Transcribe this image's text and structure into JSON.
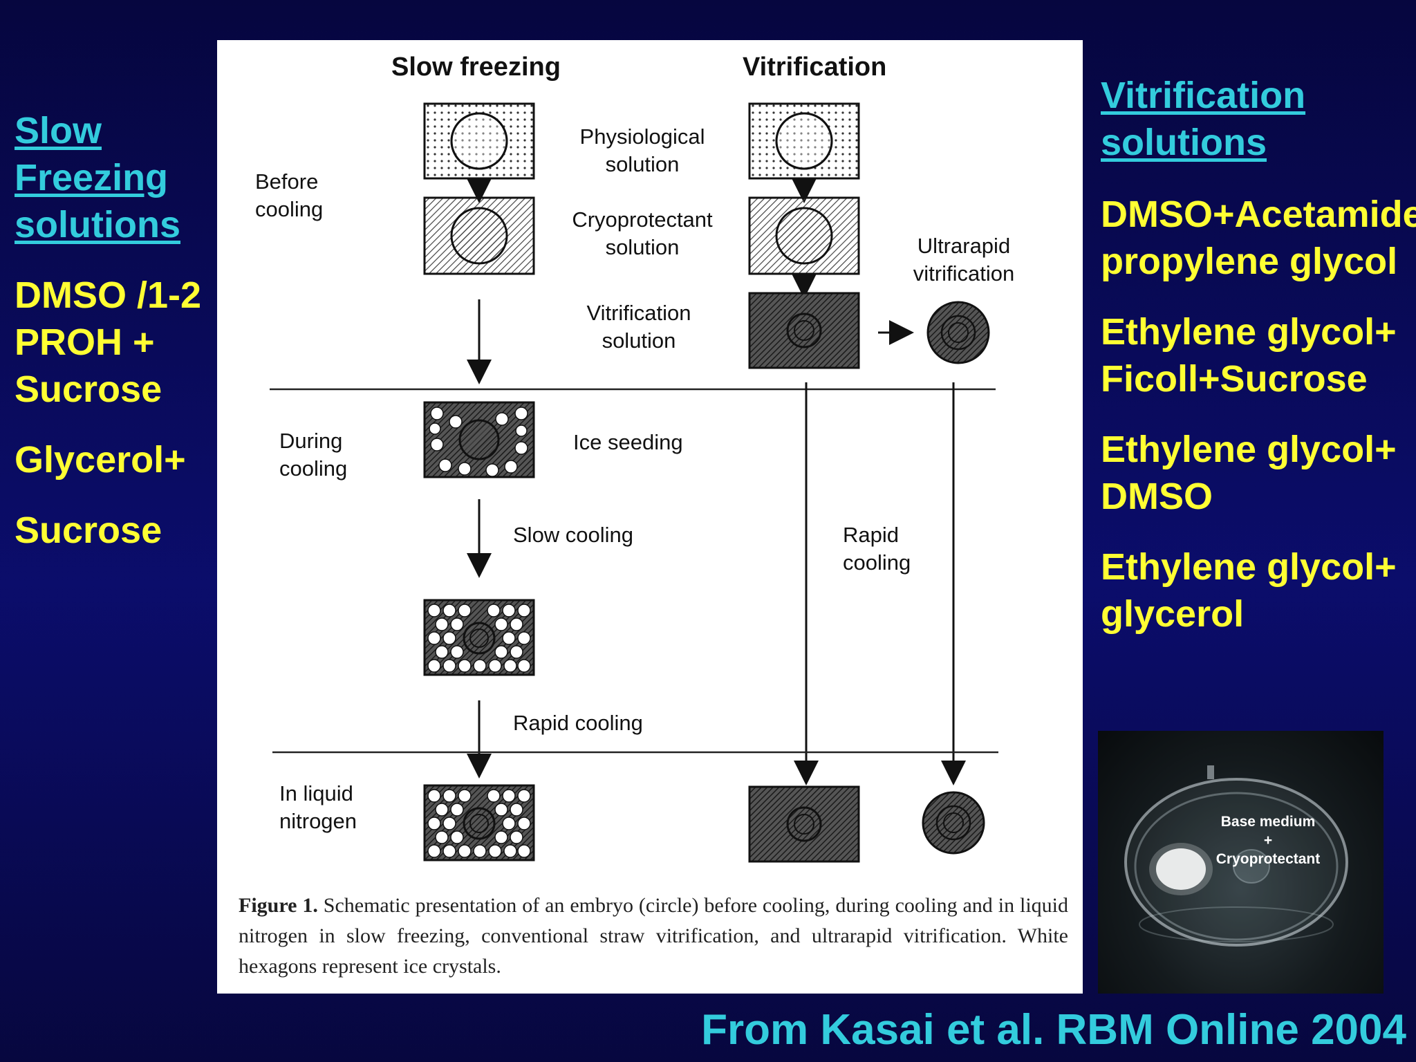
{
  "left": {
    "heading": "Slow Freezing solutions",
    "items": [
      "DMSO /1-2 PROH + Sucrose",
      "Glycerol+",
      "Sucrose"
    ]
  },
  "right": {
    "heading": "Vitrification solutions",
    "items": [
      "DMSO+Acetamide+ propylene glycol",
      "Ethylene glycol+ Ficoll+Sucrose",
      "Ethylene glycol+ DMSO",
      "Ethylene glycol+ glycerol"
    ]
  },
  "figure": {
    "col_slow": "Slow freezing",
    "col_vitri": "Vitrification",
    "before_cooling": "Before\ncooling",
    "physiological": "Physiological\nsolution",
    "cryoprotectant": "Cryoprotectant\nsolution",
    "ultrarapid": "Ultrarapid\nvitrification",
    "vitrification_solution": "Vitrification\nsolution",
    "during_cooling": "During\ncooling",
    "ice_seeding": "Ice seeding",
    "slow_cooling": "Slow cooling",
    "rapid_cooling_vitri": "Rapid\ncooling",
    "rapid_cooling_slow": "Rapid cooling",
    "in_liquid_nitrogen": "In liquid\nnitrogen",
    "caption_label": "Figure 1.",
    "caption_text": " Schematic presentation of an embryo (circle) before cooling, during cooling and in liquid nitrogen in slow freezing, conventional straw vitrification, and ultrarapid vitrification. White hexagons represent ice crystals."
  },
  "photo": {
    "label_top": "Base medium",
    "label_plus": "+",
    "label_bottom": "Cryoprotectant"
  },
  "citation": "From Kasai et al.  RBM Online 2004"
}
